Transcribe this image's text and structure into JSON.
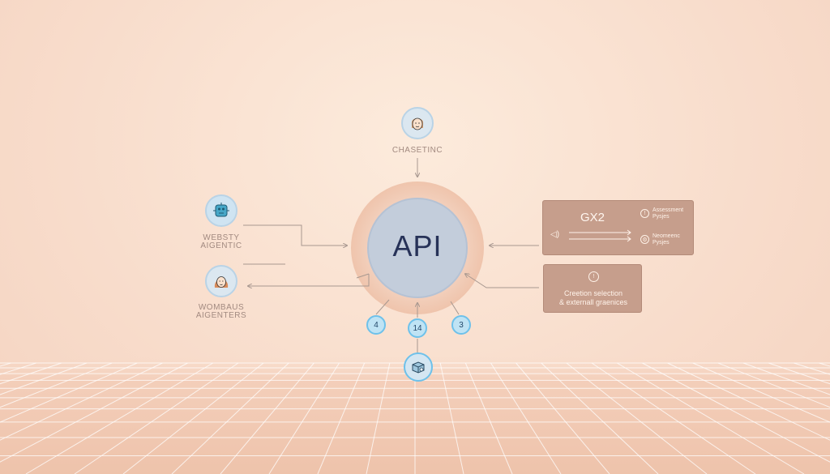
{
  "center": {
    "label": "API"
  },
  "nodes": {
    "top": {
      "label": "CHASETINC",
      "icon": "person-face-icon"
    },
    "left_top": {
      "label_line1": "WEBSTY",
      "label_line2": "AIGENTIC",
      "icon": "robot-icon"
    },
    "left_bottom": {
      "label_line1": "WOMBAUS",
      "label_line2": "AIGENTERS",
      "icon": "woman-face-icon"
    },
    "bottom": {
      "icon": "cube-gear-icon"
    }
  },
  "badges": [
    "4",
    "14",
    "3"
  ],
  "cards": {
    "gx2": {
      "title": "GX2",
      "left_glyph": "◁)",
      "items": [
        {
          "icon": "info-circle-icon",
          "line1": "Assessment",
          "line2": "Pysjes"
        },
        {
          "icon": "gear-circle-icon",
          "line1": "Neomeenc",
          "line2": "Pysjes"
        }
      ]
    },
    "selection": {
      "icon": "info-circle-icon",
      "line1": "Creetion selection",
      "line2": "& externall graenices"
    }
  },
  "colors": {
    "background": "#f8dccb",
    "ring": "#f0c9b3",
    "core": "#c3cddb",
    "card": "#c69e8c",
    "badge": "#6ec1ea",
    "connector": "#a89890"
  }
}
